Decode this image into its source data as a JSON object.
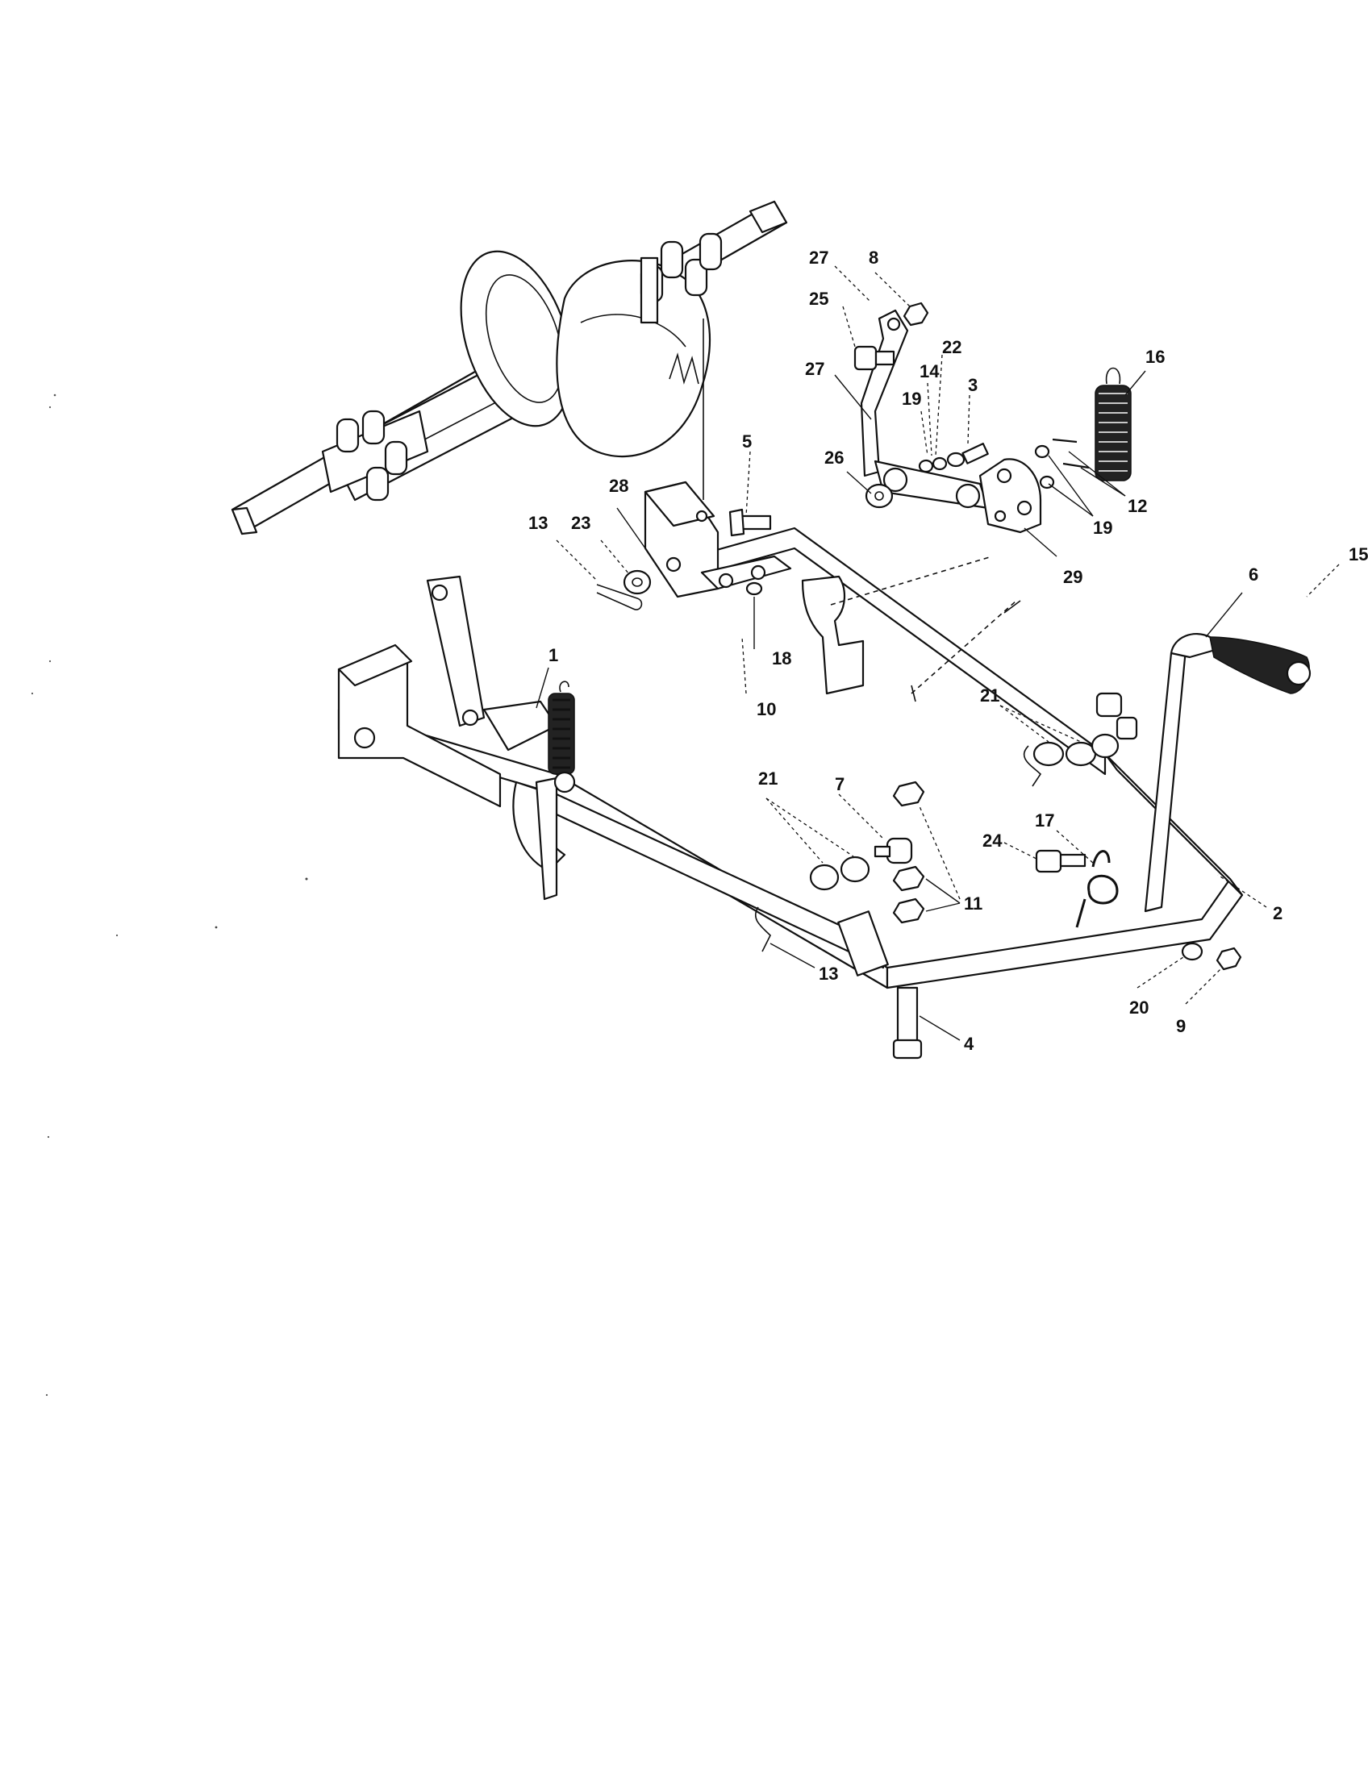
{
  "callouts": [
    {
      "id": "c27a",
      "label": "27"
    },
    {
      "id": "c8",
      "label": "8"
    },
    {
      "id": "c25",
      "label": "25"
    },
    {
      "id": "c22",
      "label": "22"
    },
    {
      "id": "c14",
      "label": "14"
    },
    {
      "id": "c3",
      "label": "3"
    },
    {
      "id": "c27b",
      "label": "27"
    },
    {
      "id": "c19a",
      "label": "19"
    },
    {
      "id": "c16",
      "label": "16"
    },
    {
      "id": "c5",
      "label": "5"
    },
    {
      "id": "c26",
      "label": "26"
    },
    {
      "id": "c12",
      "label": "12"
    },
    {
      "id": "c19b",
      "label": "19"
    },
    {
      "id": "c28",
      "label": "28"
    },
    {
      "id": "c13a",
      "label": "13"
    },
    {
      "id": "c23",
      "label": "23"
    },
    {
      "id": "c29",
      "label": "29"
    },
    {
      "id": "c15",
      "label": "15"
    },
    {
      "id": "c6",
      "label": "6"
    },
    {
      "id": "c18",
      "label": "18"
    },
    {
      "id": "c1",
      "label": "1"
    },
    {
      "id": "c10",
      "label": "10"
    },
    {
      "id": "c21a",
      "label": "21"
    },
    {
      "id": "c21b",
      "label": "21"
    },
    {
      "id": "c7",
      "label": "7"
    },
    {
      "id": "c17",
      "label": "17"
    },
    {
      "id": "c24",
      "label": "24"
    },
    {
      "id": "c11",
      "label": "11"
    },
    {
      "id": "c2",
      "label": "2"
    },
    {
      "id": "c13b",
      "label": "13"
    },
    {
      "id": "c20",
      "label": "20"
    },
    {
      "id": "c9",
      "label": "9"
    },
    {
      "id": "c4",
      "label": "4"
    }
  ]
}
